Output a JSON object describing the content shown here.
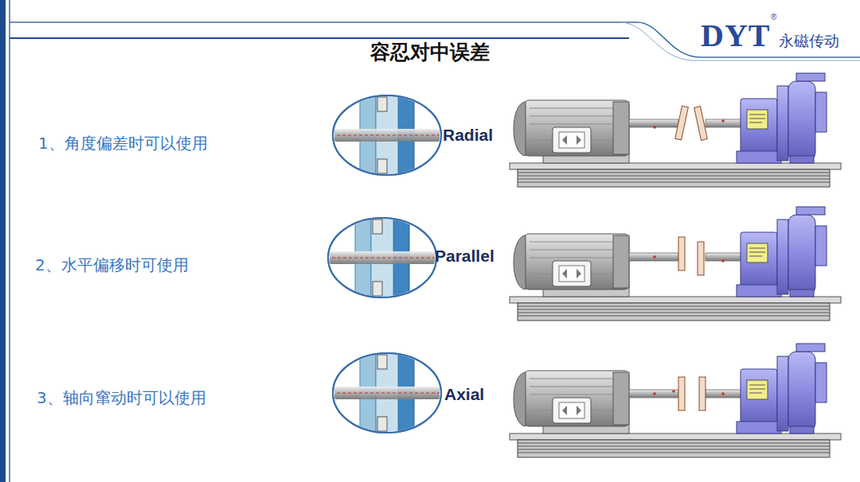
{
  "diagram": {
    "title": "容忍对中误差",
    "labels": [
      "DYT",
      "®",
      "永磁传动",
      "1、角度偏差时可以使用",
      "Radial",
      "2、水平偏移时可使用",
      "Parallel",
      "3、轴向窜动时可以使用",
      "Axial"
    ]
  }
}
